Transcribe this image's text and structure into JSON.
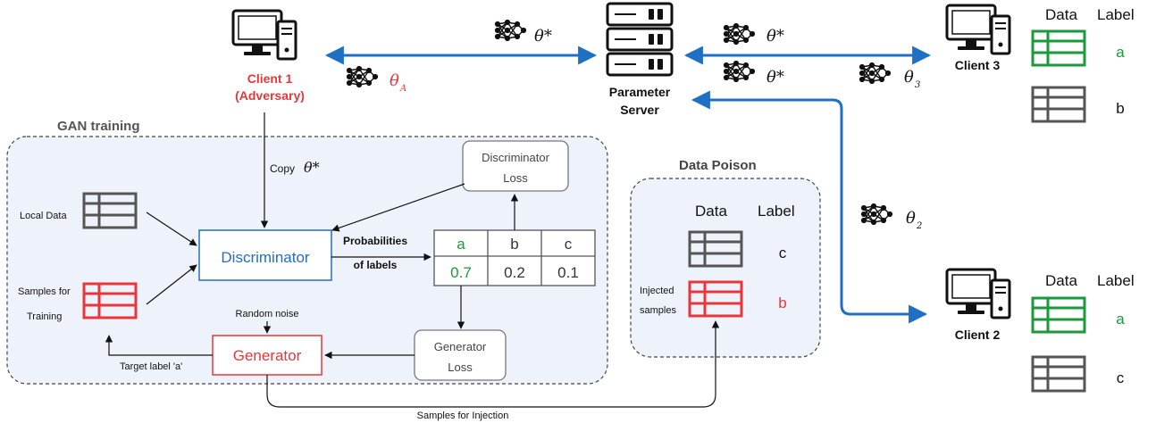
{
  "colors": {
    "blue": "#1f6fc5",
    "red": "#e8373a",
    "green": "#1a9a3a",
    "gray": "#555555",
    "panel_fill": "#eef3fb",
    "panel_border": "#444444"
  },
  "icons": {
    "computer": "computer-icon",
    "server": "server-icon",
    "network": "neural-network-icon",
    "table": "data-table-icon"
  },
  "client1": {
    "line1": "Client 1",
    "line2": "(Adversary)",
    "theta_sym": "θ",
    "theta_sub": "A"
  },
  "server": {
    "line1": "Parameter",
    "line2": "Server"
  },
  "client3": {
    "name": "Client 3",
    "data_header": "Data",
    "label_header": "Label",
    "labels": [
      "a",
      "b"
    ]
  },
  "client2": {
    "name": "Client 2",
    "data_header": "Data",
    "label_header": "Label",
    "labels": [
      "a",
      "c"
    ]
  },
  "links": {
    "theta_star": "θ*",
    "theta_3_sym": "θ",
    "theta_3_sub": "3",
    "theta_2_sym": "θ",
    "theta_2_sub": "2"
  },
  "gan": {
    "title": "GAN training",
    "copy_label": "Copy",
    "copy_theta": "θ*",
    "local_data": "Local Data",
    "samples_line1": "Samples for",
    "samples_line2": "Training",
    "discriminator": "Discriminator",
    "generator": "Generator",
    "disc_loss_line1": "Discriminator",
    "disc_loss_line2": "Loss",
    "gen_loss_line1": "Generator",
    "gen_loss_line2": "Loss",
    "prob_line1": "Probabilities",
    "prob_line2": "of labels",
    "random_noise": "Random noise",
    "target_label": "Target label 'a'",
    "prob_headers": [
      "a",
      "b",
      "c"
    ],
    "prob_values": [
      "0.7",
      "0.2",
      "0.1"
    ]
  },
  "poison": {
    "title": "Data Poison",
    "data_header": "Data",
    "label_header": "Label",
    "injected_line1": "Injected",
    "injected_line2": "samples",
    "labels": [
      "c",
      "b"
    ]
  },
  "injection_label": "Samples for Injection"
}
